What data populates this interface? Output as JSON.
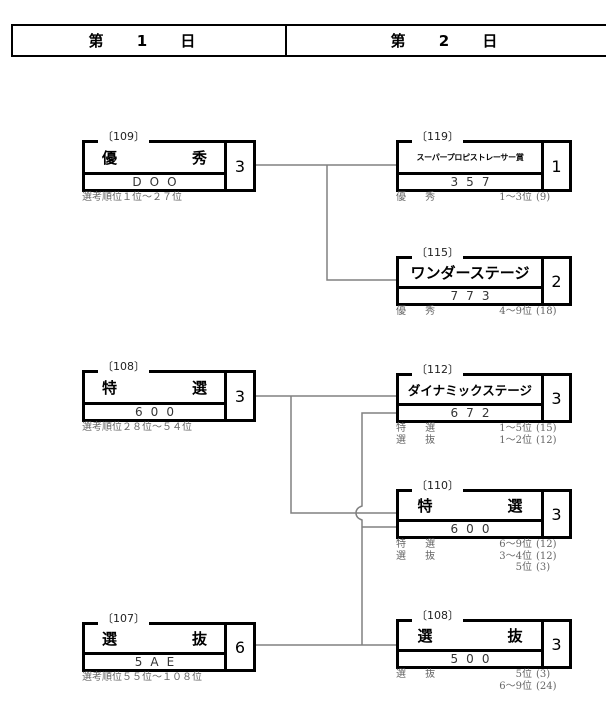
{
  "header": {
    "day1": "第 1 日",
    "day2": "第 2 日"
  },
  "day1_races": [
    {
      "race_no": "〔109〕",
      "name": "優　秀",
      "code": "DOO",
      "score": "3",
      "note": "選考順位１位〜２７位"
    },
    {
      "race_no": "〔108〕",
      "name": "特　選",
      "code": "600",
      "score": "3",
      "note": "選考順位２８位〜５４位"
    },
    {
      "race_no": "〔107〕",
      "name": "選　抜",
      "code": "5AE",
      "score": "6",
      "note": "選考順位５５位〜１０８位"
    }
  ],
  "day2_races": [
    {
      "race_no": "〔119〕",
      "name": "スーパープロピストレーサー賞",
      "code": "357",
      "score": "1",
      "notes": [
        {
          "class": "優 秀",
          "rank": "1〜3位",
          "count": "(9)"
        }
      ]
    },
    {
      "race_no": "〔115〕",
      "name": "ワンダーステージ",
      "code": "773",
      "score": "2",
      "notes": [
        {
          "class": "優 秀",
          "rank": "4〜9位",
          "count": "(18)"
        }
      ]
    },
    {
      "race_no": "〔112〕",
      "name": "ダイナミックステージ",
      "code": "672",
      "score": "3",
      "notes": [
        {
          "class": "特 選",
          "rank": "1〜5位",
          "count": "(15)"
        },
        {
          "class": "選 抜",
          "rank": "1〜2位",
          "count": "(12)"
        }
      ]
    },
    {
      "race_no": "〔110〕",
      "name": "特　選",
      "code": "600",
      "score": "3",
      "notes": [
        {
          "class": "特 選",
          "rank": "6〜9位",
          "count": "(12)"
        },
        {
          "class": "選 抜",
          "rank": "3〜4位",
          "count": "(12)"
        },
        {
          "class": "",
          "rank": "5位",
          "count": "(3)"
        }
      ]
    },
    {
      "race_no": "〔108〕",
      "name": "選　抜",
      "code": "500",
      "score": "3",
      "notes": [
        {
          "class": "選 抜",
          "rank": "5位",
          "count": "(3)"
        },
        {
          "class": "",
          "rank": "6〜9位",
          "count": "(24)"
        }
      ]
    }
  ],
  "colors": {
    "border": "#000000",
    "connector": "#808080",
    "note_text": "#666666"
  }
}
